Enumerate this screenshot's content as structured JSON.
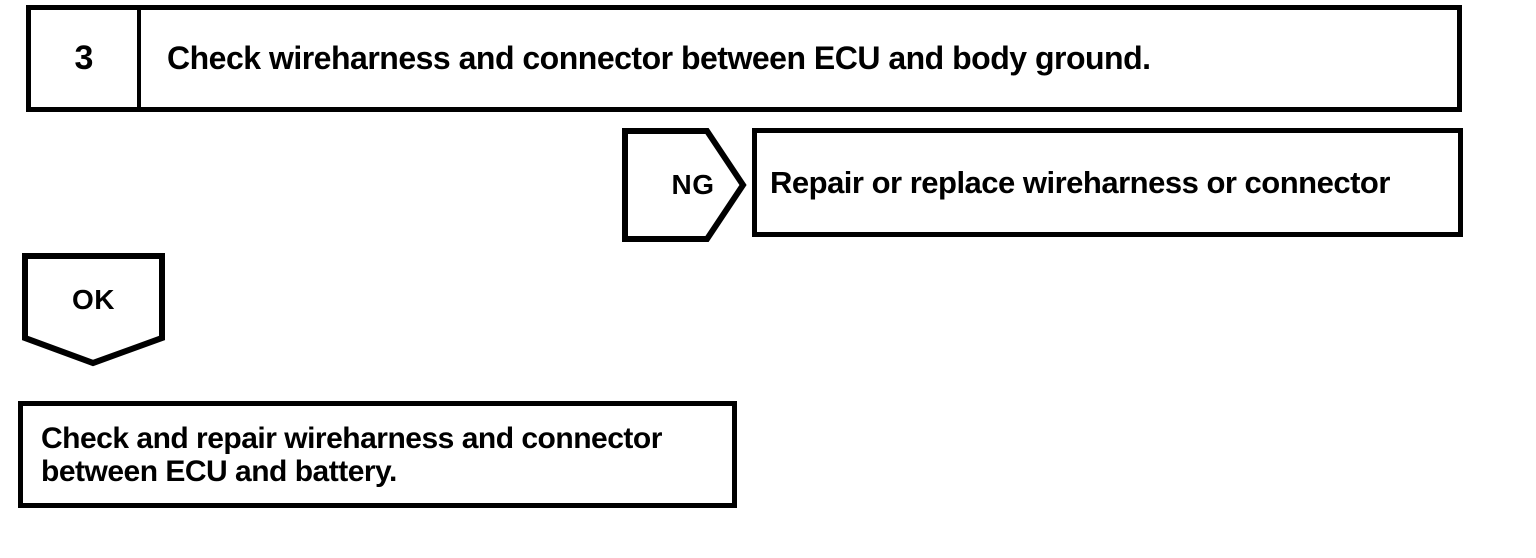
{
  "page": {
    "background_color": "#ffffff",
    "ink_color": "#000000"
  },
  "flowchart": {
    "step_box": {
      "number": "3",
      "instruction": "Check wireharness and connector between ECU and body ground."
    },
    "ng_branch": {
      "connector_label": "NG",
      "action": "Repair or replace wireharness or connector"
    },
    "ok_branch": {
      "connector_label": "OK",
      "action": "Check and repair wireharness and connector between ECU and battery."
    }
  }
}
